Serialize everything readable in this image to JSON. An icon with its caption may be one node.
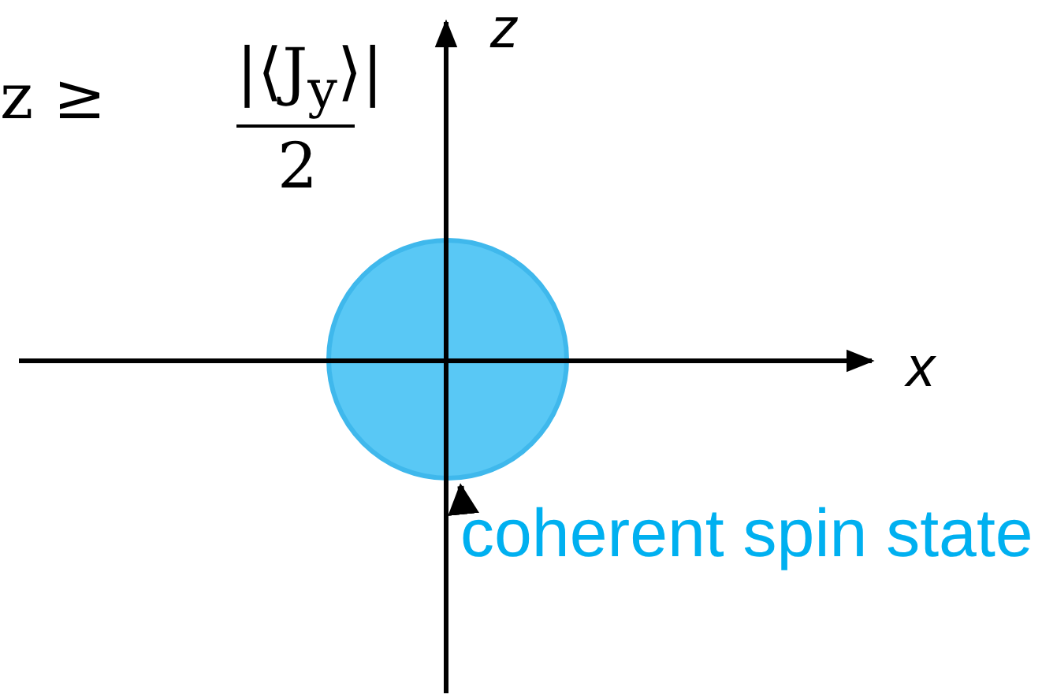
{
  "diagram": {
    "nodes": [
      {
        "text": [
          "coherent spin state"
        ]
      },
      {
        "text": [],
        "shape": "circle"
      }
    ],
    "edges": [
      {
        "from": 0,
        "to": 1,
        "arrow": "to"
      }
    ],
    "labels": [
      "z ≥",
      "|⟨J$_{y}$⟩|",
      "2",
      "z",
      "x"
    ]
  }
}
